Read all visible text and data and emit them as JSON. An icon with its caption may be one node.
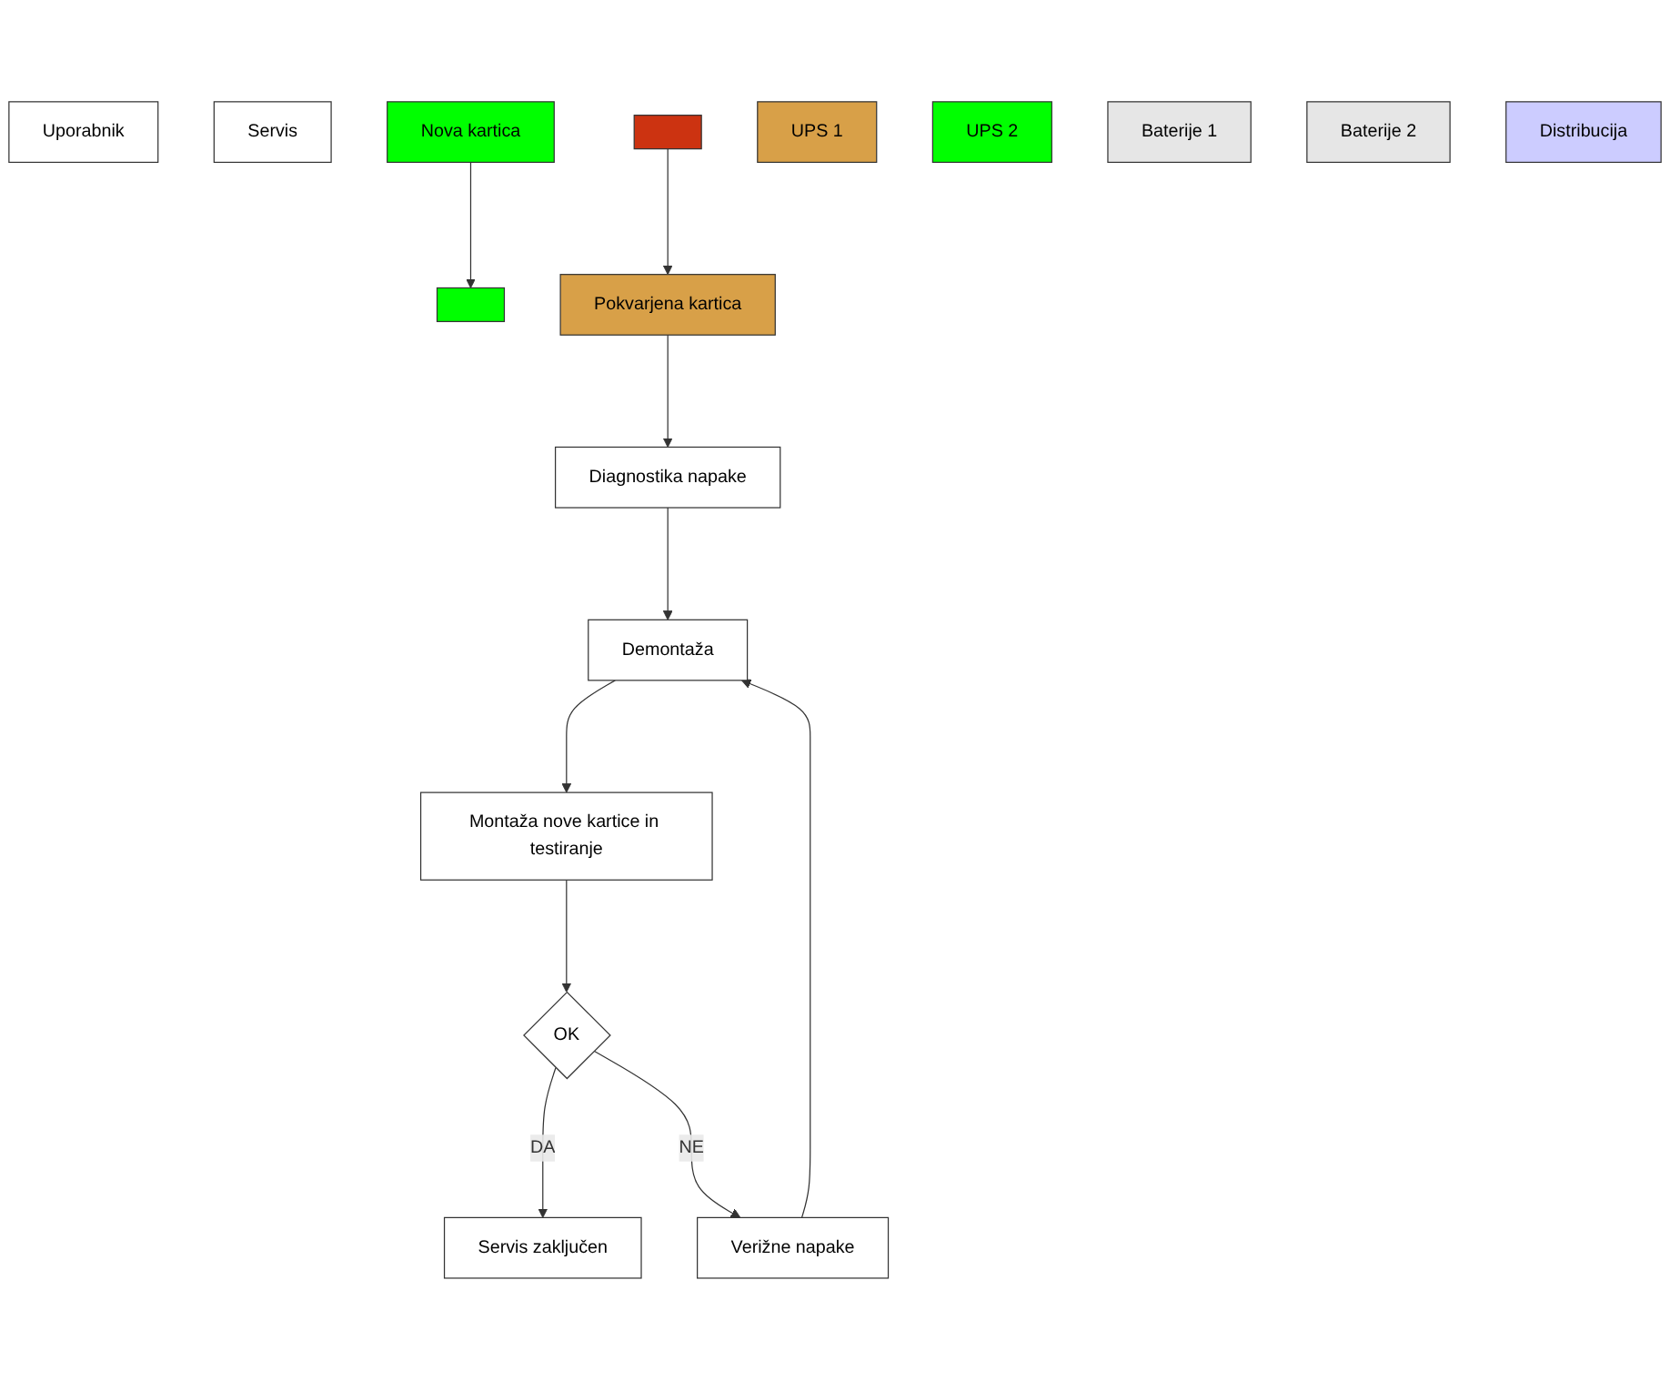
{
  "diagram": {
    "nodes": [
      {
        "text": [
          "Uporabnik"
        ]
      },
      {
        "text": [
          "Servis"
        ]
      },
      {
        "text": [
          "Nova kartica"
        ]
      },
      {
        "text": [],
        "shape": "box"
      },
      {
        "text": [],
        "shape": "box"
      },
      {
        "text": [
          "UPS 1"
        ]
      },
      {
        "text": [
          "Pokvarjena kartica"
        ]
      },
      {
        "text": [
          "Diagnostika napake"
        ]
      },
      {
        "text": [
          "Demontaža"
        ]
      },
      {
        "text": [
          "Montaža nove kartice in testiranje"
        ]
      },
      {
        "text": [
          "OK"
        ]
      },
      {
        "text": [
          "Servis zaključen"
        ]
      },
      {
        "text": [
          "Verižne napake"
        ]
      },
      {
        "text": [
          "UPS 2"
        ]
      },
      {
        "text": [
          "Baterije 1"
        ]
      },
      {
        "text": [
          "Baterije 2"
        ]
      },
      {
        "text": [
          "Distribucija"
        ]
      }
    ],
    "edges": [
      {
        "from": 2,
        "to": 3,
        "arrow": "to"
      },
      {
        "from": 4,
        "to": 6,
        "arrow": "to"
      },
      {
        "from": 6,
        "to": 7,
        "arrow": "to"
      },
      {
        "from": 7,
        "to": 8,
        "arrow": "to"
      },
      {
        "from": 8,
        "to": 9,
        "arrow": "to"
      },
      {
        "from": 9,
        "to": 10,
        "arrow": "to"
      },
      {
        "from": 10,
        "to": 11,
        "label": "DA",
        "arrow": "to"
      },
      {
        "from": 10,
        "to": 12,
        "label": "NE",
        "arrow": "to"
      },
      {
        "from": 12,
        "to": 8,
        "arrow": "to"
      }
    ]
  }
}
